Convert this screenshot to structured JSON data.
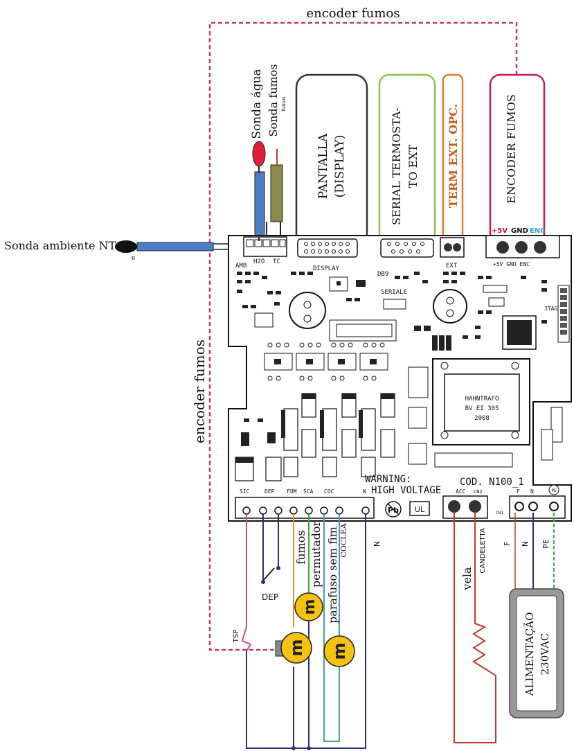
{
  "labels": {
    "encoder_top": "encoder fumos",
    "encoder_left": "encoder fumos",
    "sonda_agua": "Sonda água",
    "sonda_fumos": "Sonda fumos",
    "sonda_fumos_small": "fumos",
    "sonda_ambiente": "Sonda ambiente NTC",
    "pantalla_line1": "PANTALLA",
    "pantalla_line2": "(DISPLAY)",
    "serial_line1": "SERIAL TERMOSTA-",
    "serial_line2": "TO EXT",
    "term_ext": "TERM EXT. OPC.",
    "encoder_box": "ENCODER FUMOS",
    "fumos": "fumos",
    "permutador": "permutador",
    "parafuso": "parafuso sem fim",
    "vela": "vela",
    "candeletta": "CANDELETTA",
    "alim_line1": "ALIMENTAÇÃO",
    "alim_line2": "230VAC",
    "dep": "DEP",
    "tsp": "TSP",
    "f": "F",
    "n": "N",
    "pe": "PE",
    "n_cable": "N",
    "coclea": "COCLEA"
  },
  "board": {
    "amb": "AMB",
    "h2o": "H2O",
    "tc": "TC",
    "display": "DISPLAY",
    "db9": "DB9",
    "seriale": "SERIALE",
    "ext": "EXT",
    "plus5v": "+5V",
    "gnd": "GND",
    "enc": "ENC",
    "jtag": "JTAG",
    "hahntrafo_1": "HAHNTRAFO",
    "hahntrafo_2": "BV EI 305",
    "hahntrafo_3": "2008",
    "warning_1": "WARNING:",
    "warning_2": "HIGH VOLTAGE",
    "cod": "COD. N100_1",
    "pb": "Pb",
    "ul": "UL",
    "term_sic": "SIC",
    "term_dep": "DEP",
    "term_fum": "FUM",
    "term_sca": "SCA",
    "term_coc": "COC",
    "term_n": "N",
    "acc": "ACC",
    "cn2": "CN2",
    "pw_f": "F",
    "pw_n": "N",
    "cn1": "CN1",
    "pe_sym": "PE"
  },
  "colors": {
    "encoder_cable": "#d6336c",
    "pantalla_border": "#333333",
    "serial_border": "#8bc34a",
    "term_border": "#e07a2e",
    "term_text": "#c85a12",
    "encoder_border": "#c2185b",
    "sonda_blue": "#4a7fc8",
    "sonda_olive": "#8a8a4a",
    "sonda_red": "#e0203a",
    "motor_yellow": "#f5c211",
    "wire_navy": "#2a2f7a",
    "wire_pink": "#d64a7a",
    "wire_orange": "#e89020",
    "wire_teal": "#4aa0a0",
    "wire_red": "#c0392b",
    "wire_green": "#3aa83a",
    "box_gray": "#999999",
    "plus5v": "#d42020",
    "enc": "#2aa3d4"
  }
}
